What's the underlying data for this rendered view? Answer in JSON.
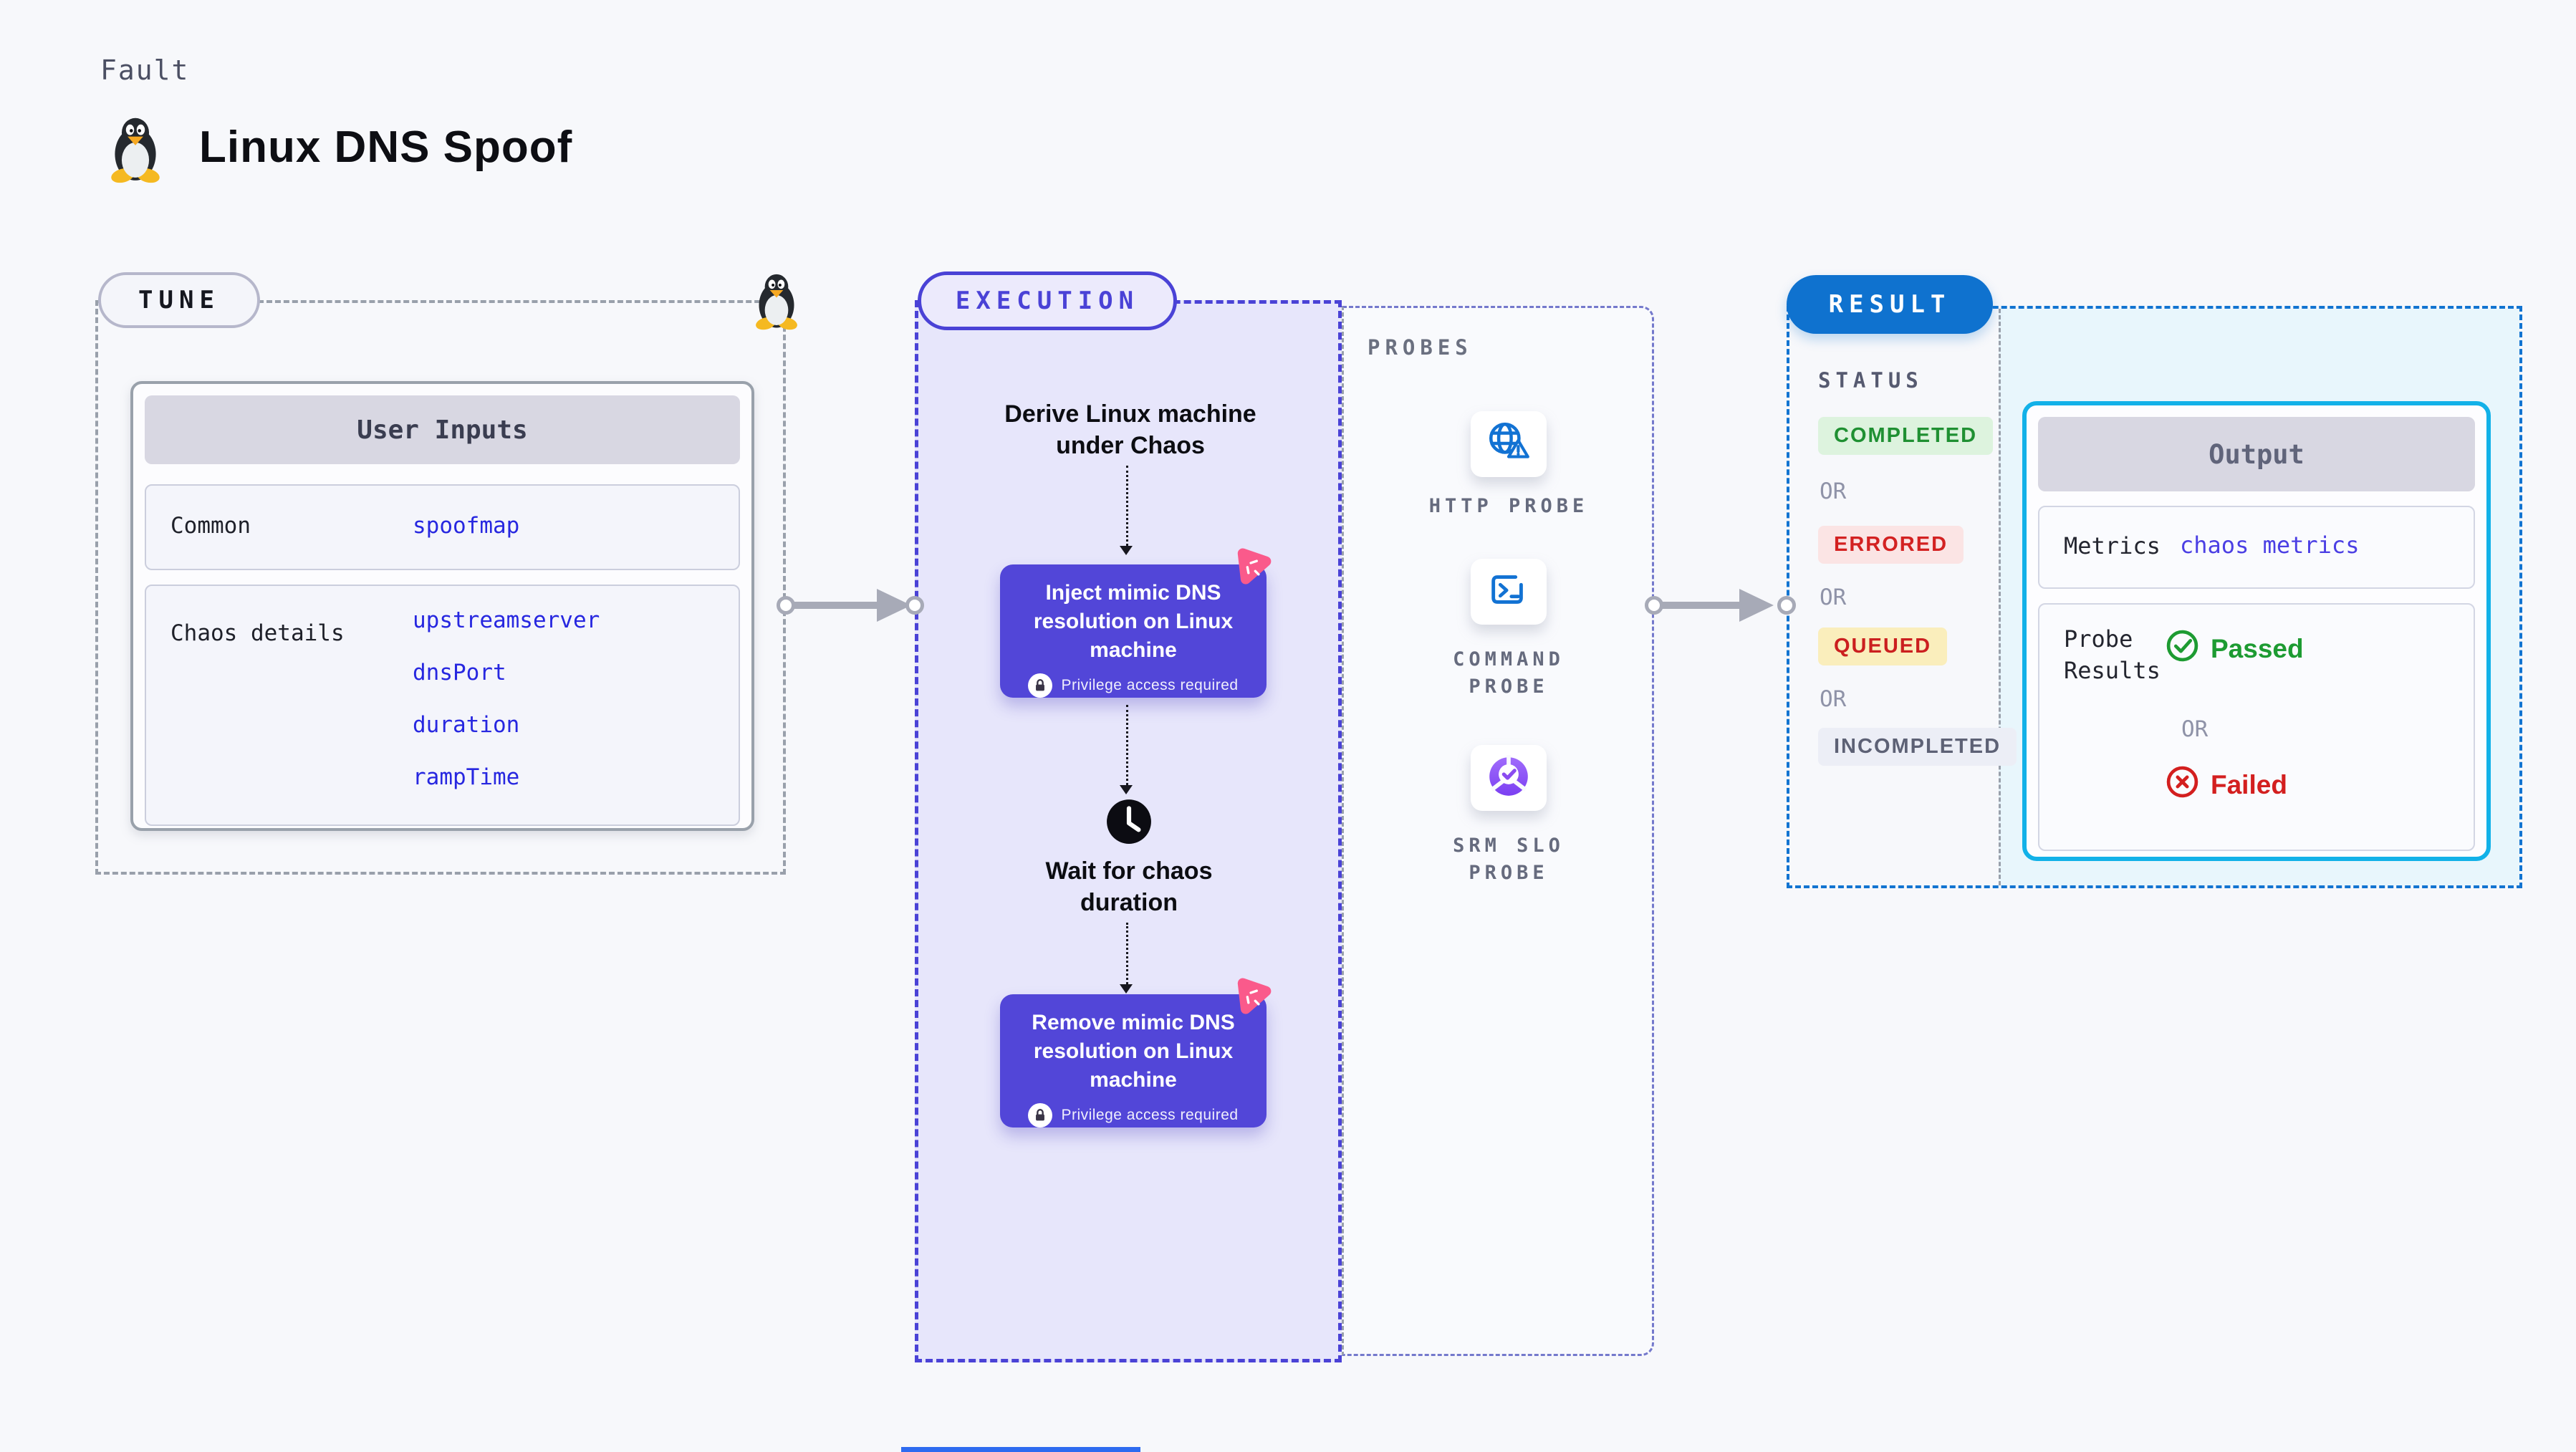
{
  "page": {
    "kicker": "Fault",
    "title": "Linux DNS Spoof"
  },
  "tune": {
    "label": "TUNE",
    "card": {
      "header": "User Inputs",
      "rows": [
        {
          "label": "Common",
          "links": [
            "spoofmap"
          ]
        },
        {
          "label": "Chaos details",
          "links": [
            "upstreamserver",
            "dnsPort",
            "duration",
            "rampTime"
          ]
        }
      ]
    }
  },
  "execution": {
    "label": "EXECUTION",
    "flow": {
      "derive": "Derive Linux machine under Chaos",
      "inject": "Inject mimic DNS resolution on Linux machine",
      "wait": "Wait for chaos duration",
      "remove": "Remove mimic DNS resolution on Linux machine",
      "privilege": "Privilege access required"
    },
    "probes": {
      "label": "PROBES",
      "items": [
        {
          "name": "HTTP PROBE",
          "icon": "globe-warning-icon"
        },
        {
          "name": "COMMAND PROBE",
          "icon": "terminal-icon"
        },
        {
          "name": "SRM SLO PROBE",
          "icon": "slo-pie-check-icon"
        }
      ]
    }
  },
  "result": {
    "label": "RESULT",
    "status": {
      "title": "STATUS",
      "or": "OR",
      "badges": [
        {
          "label": "COMPLETED",
          "bg": "#ddf3de",
          "color": "#1f9032"
        },
        {
          "label": "ERRORED",
          "bg": "#fbe4e4",
          "color": "#d32121"
        },
        {
          "label": "QUEUED",
          "bg": "#faeebc",
          "color": "#cb1f1f"
        },
        {
          "label": "INCOMPLETED",
          "bg": "#eceef6",
          "color": "#5d6175"
        }
      ]
    },
    "output": {
      "header": "Output",
      "metrics_label": "Metrics",
      "metrics_value": "chaos metrics",
      "probe_label": "Probe Results",
      "passed": "Passed",
      "or": "OR",
      "failed": "Failed"
    }
  },
  "colors": {
    "accent_indigo": "#4a42d6",
    "action_box_purple": "#5246d8",
    "result_blue": "#0f72cf",
    "output_border_cyan": "#12b1e8",
    "link_blue": "#2727e0",
    "metrics_link_violet": "#4b3fe4",
    "passed_green": "#1d9b32",
    "failed_red": "#d31f1f",
    "probe_icon_blue": "#1272d3",
    "litmus_pink": "#fa5a8b",
    "lavender_bg": "#e7e6fb",
    "cyan_bg": "#e8f6fc"
  }
}
